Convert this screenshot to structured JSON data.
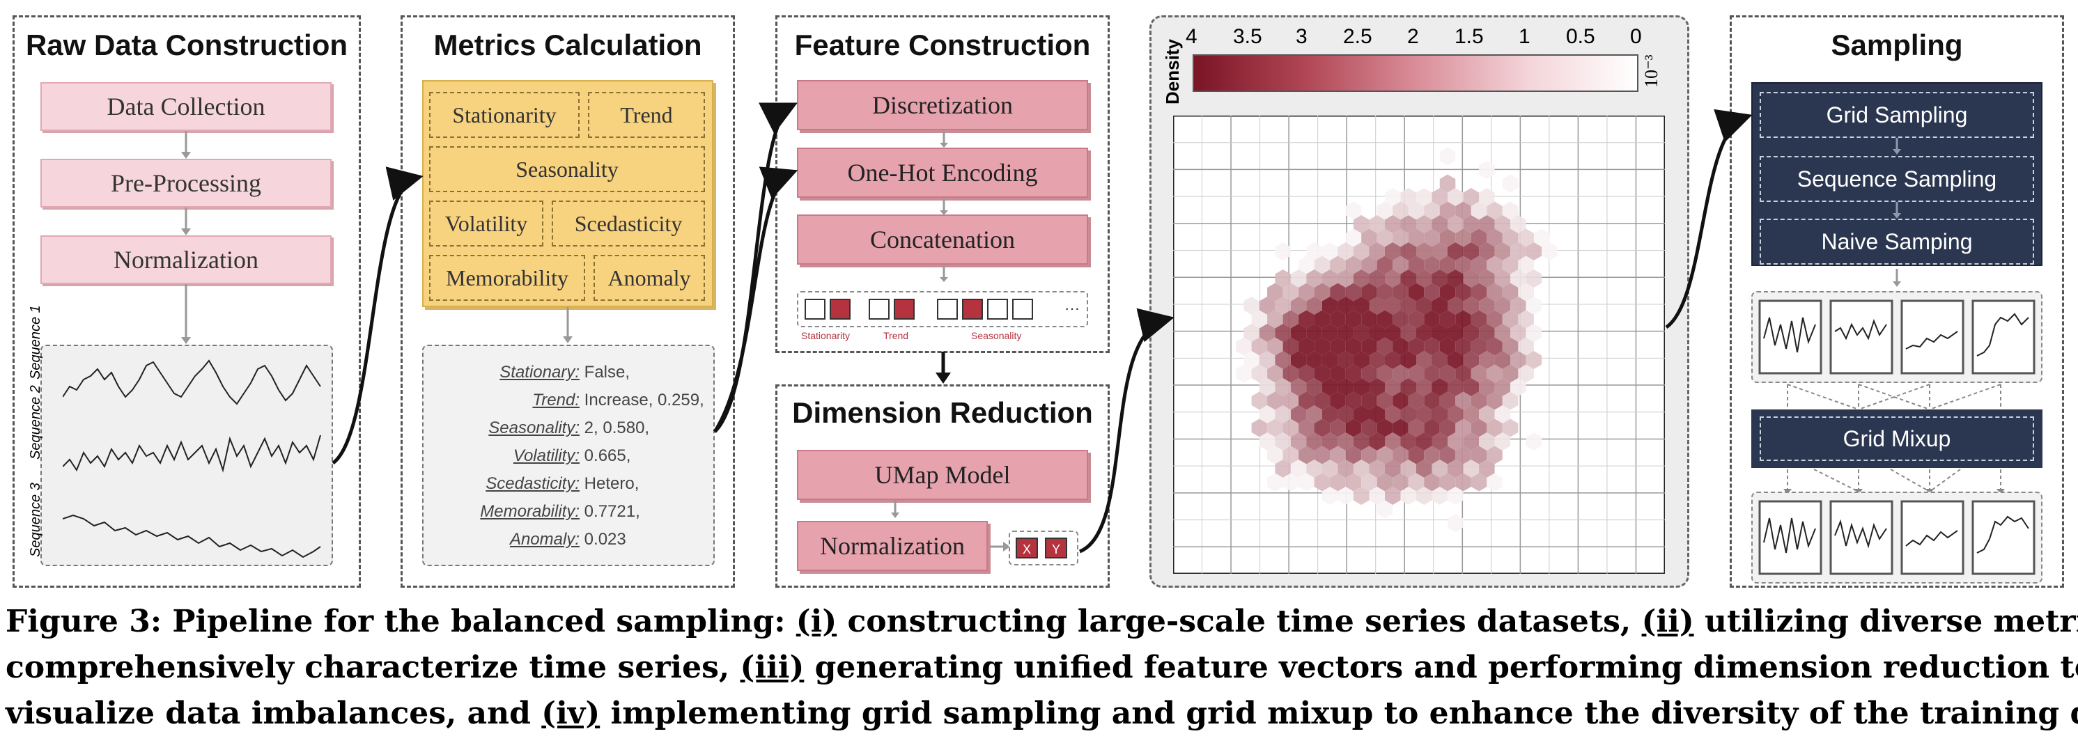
{
  "panels": {
    "raw": {
      "title": "Raw Data Construction",
      "steps": [
        "Data Collection",
        "Pre-Processing",
        "Normalization"
      ],
      "sequences": [
        "Sequence 1",
        "Sequence 2",
        "Sequence 3"
      ]
    },
    "metrics": {
      "title": "Metrics Calculation",
      "boxes": [
        "Stationarity",
        "Trend",
        "Seasonality",
        "Volatility",
        "Scedasticity",
        "Memorability",
        "Anomaly"
      ],
      "rows": [
        {
          "label": "Stationary:",
          "value": "False,"
        },
        {
          "label": "Trend:",
          "value": "Increase, 0.259,"
        },
        {
          "label": "Seasonality:",
          "value": "2, 0.580,"
        },
        {
          "label": "Volatility:",
          "value": "0.665,"
        },
        {
          "label": "Scedasticity:",
          "value": "Hetero,"
        },
        {
          "label": "Memorability:",
          "value": "0.7721,"
        },
        {
          "label": "Anomaly:",
          "value": "0.023"
        }
      ]
    },
    "feature": {
      "title": "Feature Construction",
      "steps": [
        "Discretization",
        "One-Hot Encoding",
        "Concatenation"
      ],
      "vector_labels": [
        "Stationarity",
        "Trend",
        "Seasonality"
      ],
      "ellipsis": "···"
    },
    "dimred": {
      "title": "Dimension Reduction",
      "steps": [
        "UMap Model",
        "Normalization"
      ],
      "xy": [
        "X",
        "Y"
      ]
    },
    "density": {
      "ylabel": "Density",
      "ticks": [
        "4",
        "3.5",
        "3",
        "2.5",
        "2",
        "1.5",
        "1",
        "0.5",
        "0"
      ],
      "exponent": "10⁻³",
      "colors": {
        "high": "#7a1526",
        "low": "#ffffff"
      }
    },
    "sampling": {
      "title": "Sampling",
      "methods": [
        "Grid Sampling",
        "Sequence Sampling",
        "Naive Samping"
      ],
      "mixup": "Grid Mixup"
    }
  },
  "caption": {
    "line1_a": "Figure 3: Pipeline for the balanced sampling: ",
    "m1": "(i)",
    "line1_b": " constructing large-scale time series datasets, ",
    "m2": "(ii)",
    "line1_c": " utilizing diverse metrics to",
    "line2_a": "comprehensively characterize time series, ",
    "m3": "(iii)",
    "line2_b": " generating unified feature vectors and performing dimension reduction to",
    "line3_a": "visualize data imbalances, and ",
    "m4": "(iv)",
    "line3_b": " implementing grid sampling and grid mixup to enhance the diversity of the training data."
  }
}
